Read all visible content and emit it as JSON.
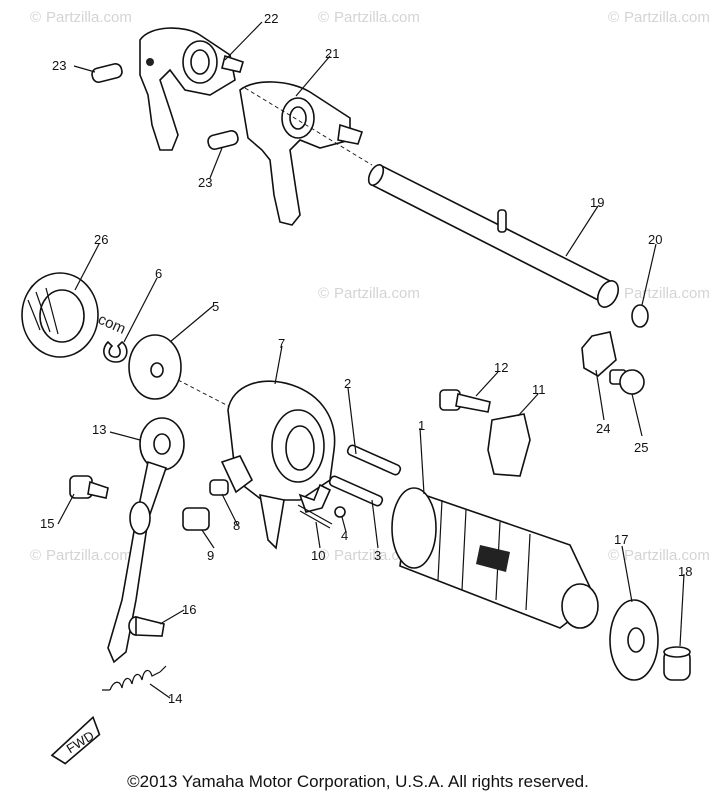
{
  "watermark": {
    "text": "Partzilla.com",
    "symbol": "©"
  },
  "fwd_label": "FWD",
  "copyright": "©2013  Yamaha Motor Corporation, U.S.A. All rights reserved.",
  "callouts": {
    "c1": "1",
    "c2": "2",
    "c3": "3",
    "c4": "4",
    "c5": "5",
    "c6": "6",
    "c7": "7",
    "c8": "8",
    "c9": "9",
    "c10": "10",
    "c11": "11",
    "c12": "12",
    "c13": "13",
    "c14": "14",
    "c15": "15",
    "c16": "16",
    "c17": "17",
    "c18": "18",
    "c19": "19",
    "c20": "20",
    "c21": "21",
    "c22": "22",
    "c23a": "23",
    "c23b": "23",
    "c24": "24",
    "c25": "25",
    "c26": "26"
  }
}
